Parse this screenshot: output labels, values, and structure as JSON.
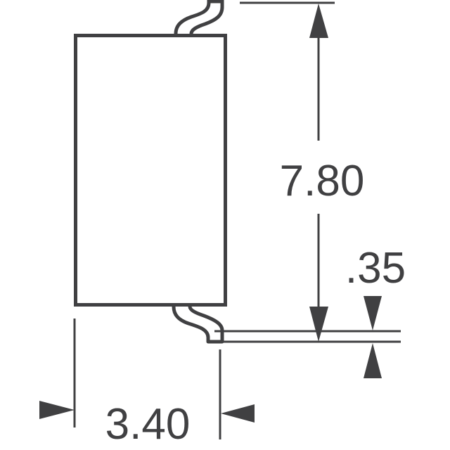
{
  "drawing": {
    "title": "Component outline drawing",
    "units": "mm",
    "stroke_color": "#404042",
    "background": "#ffffff"
  },
  "dimensions": {
    "length": {
      "label": "7.80",
      "value": 7.8,
      "orientation": "vertical"
    },
    "width": {
      "label": "3.40",
      "value": 3.4,
      "orientation": "horizontal"
    },
    "lead_thickness": {
      "label": ".35",
      "value": 0.35,
      "orientation": "vertical"
    }
  },
  "parts": {
    "body": "rectangular package body",
    "top_lead": "gull-wing lead (top)",
    "bottom_lead": "gull-wing lead (bottom)"
  }
}
